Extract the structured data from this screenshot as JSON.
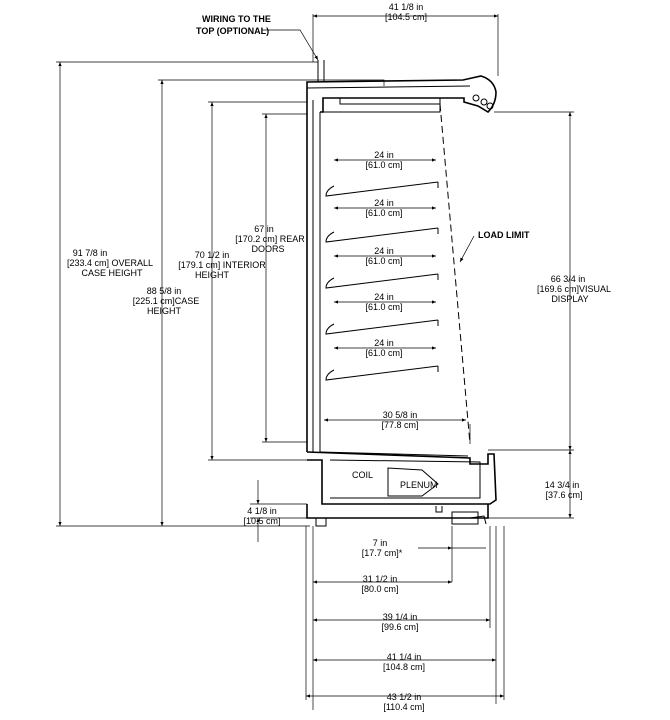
{
  "callouts": {
    "wiring_line1": "WIRING TO THE",
    "wiring_line2": "TOP (OPTIONAL)",
    "load_limit": "LOAD LIMIT",
    "coil": "COIL",
    "plenum": "PLENUM"
  },
  "dimensions": {
    "overall_depth_top": {
      "imperial": "41 1/8 in",
      "metric": "[104.5 cm]"
    },
    "overall_height": {
      "l1": "91 7/8 in",
      "l2": "[233.4 cm] OVERALL",
      "l3": "CASE HEIGHT"
    },
    "case_height": {
      "l1": "88 5/8 in",
      "l2": "[225.1 cm]CASE",
      "l3": "HEIGHT"
    },
    "interior_height": {
      "l1": "70 1/2 in",
      "l2": "[179.1 cm] INTERIOR",
      "l3": "HEIGHT"
    },
    "rear_doors": {
      "l1": "67 in",
      "l2": "[170.2 cm] REAR",
      "l3": "DOORS"
    },
    "visual_display": {
      "l1": "66 3/4 in",
      "l2": "[169.6 cm]VISUAL",
      "l3": "DISPLAY"
    },
    "shelves": [
      {
        "imperial": "24 in",
        "metric": "[61.0 cm]"
      },
      {
        "imperial": "24 in",
        "metric": "[61.0 cm]"
      },
      {
        "imperial": "24 in",
        "metric": "[61.0 cm]"
      },
      {
        "imperial": "24 in",
        "metric": "[61.0 cm]"
      },
      {
        "imperial": "24 in",
        "metric": "[61.0 cm]"
      }
    ],
    "deck_depth": {
      "imperial": "30 5/8 in",
      "metric": "[77.8 cm]"
    },
    "front_base_height": {
      "imperial": "14 3/4 in",
      "metric": "[37.6 cm]"
    },
    "base_height": {
      "imperial": "4 1/8 in",
      "metric": "[10.5 cm]"
    },
    "leg_offset": {
      "imperial": "7 in",
      "metric": "[17.7 cm]*"
    },
    "depth_31": {
      "imperial": "31 1/2 in",
      "metric": "[80.0 cm]"
    },
    "depth_39": {
      "imperial": "39 1/4 in",
      "metric": "[99.6 cm]"
    },
    "depth_41": {
      "imperial": "41 1/4 in",
      "metric": "[104.8 cm]"
    },
    "depth_43": {
      "imperial": "43 1/2 in",
      "metric": "[110.4 cm]"
    }
  }
}
